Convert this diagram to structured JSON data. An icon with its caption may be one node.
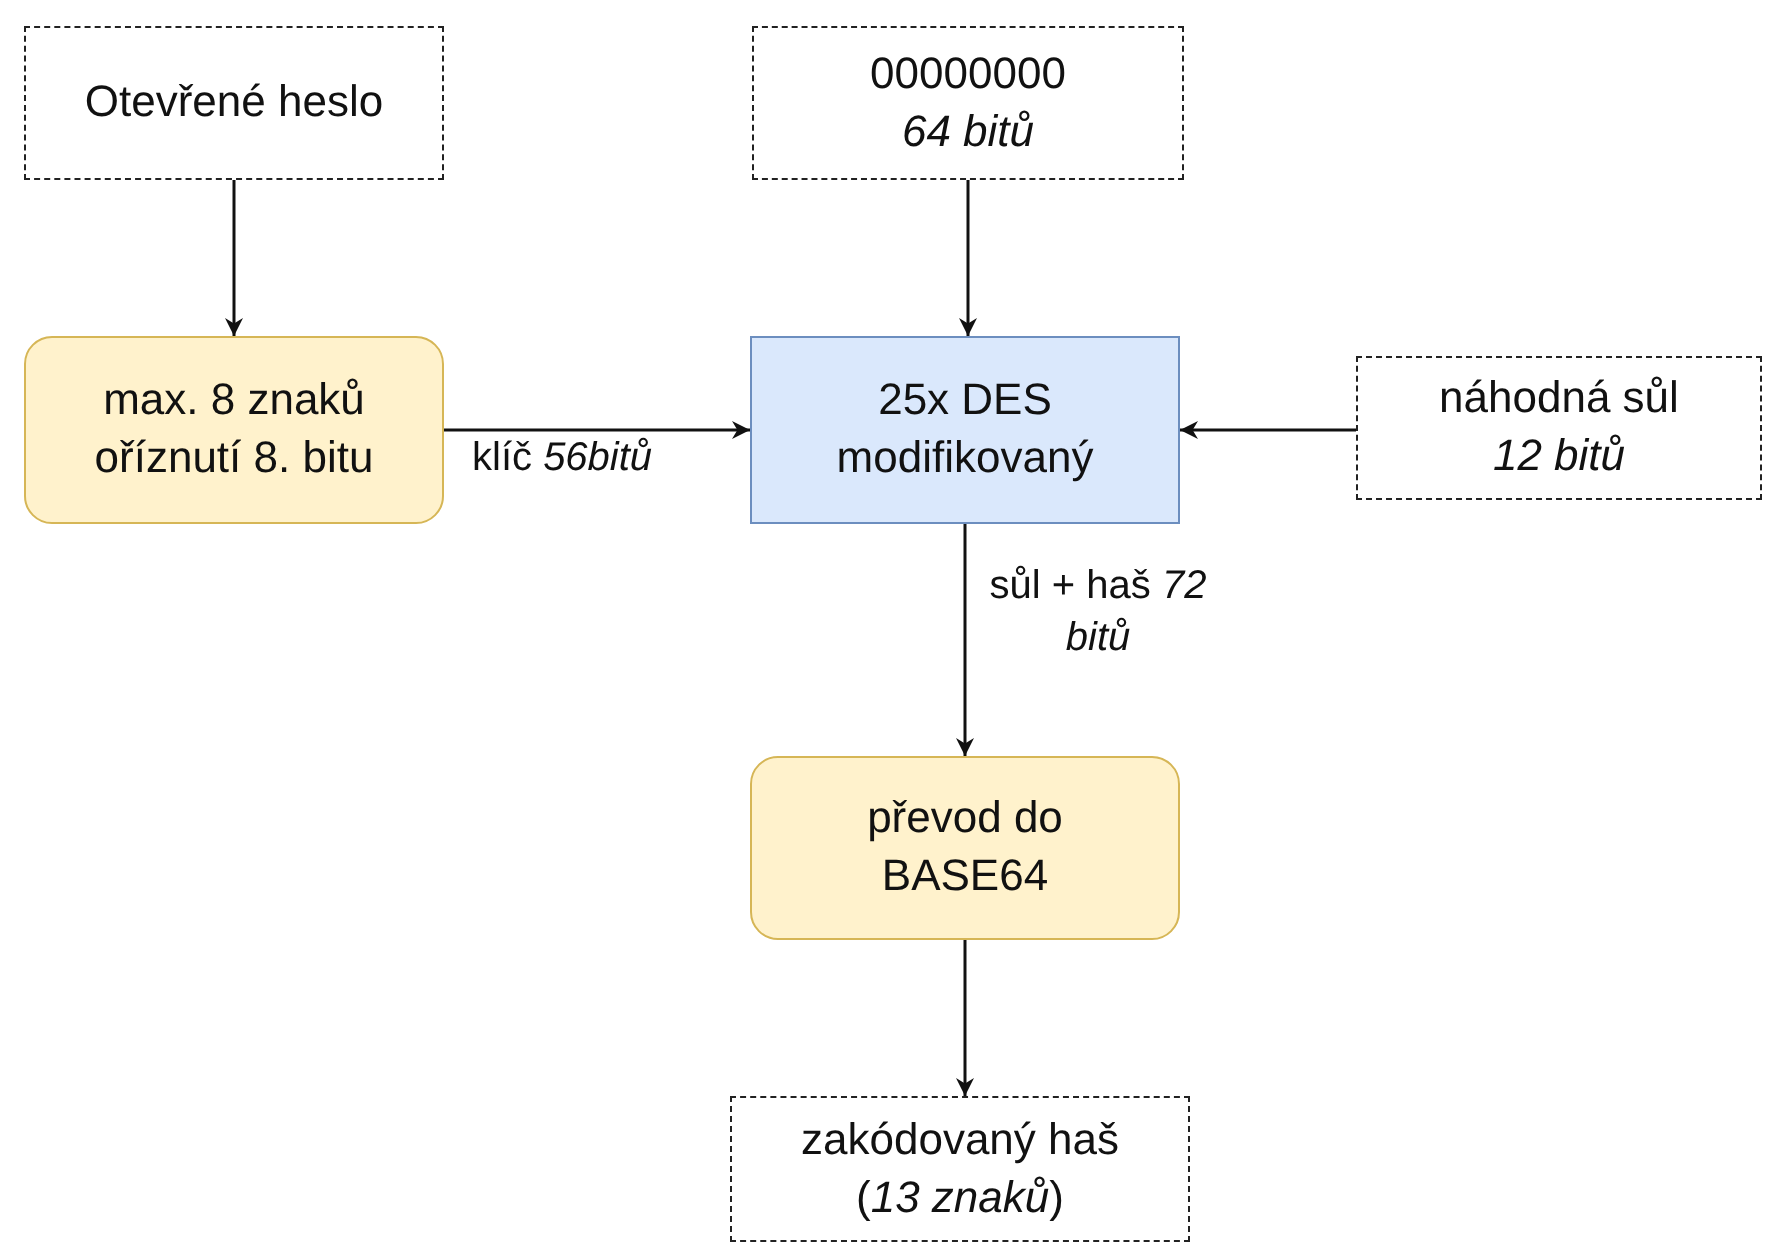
{
  "diagram": {
    "nodes": [
      {
        "text": [
          "Otevřené heslo"
        ]
      },
      {
        "text": [
          "00000000",
          "64 bitů"
        ]
      },
      {
        "text": [
          "max. 8 znaků oříznutí 8. bitu"
        ]
      },
      {
        "text": [
          "25x DES modifikovaný"
        ]
      },
      {
        "text": [
          "náhodná sůl",
          "12 bitů"
        ]
      },
      {
        "text": [
          "převod do BASE64"
        ]
      },
      {
        "text": [
          "zakódovaný haš",
          "(*13 znaků*)"
        ]
      }
    ],
    "edges": [
      {
        "from": 0,
        "to": 2,
        "arrow": "to"
      },
      {
        "from": 1,
        "to": 3,
        "arrow": "to"
      },
      {
        "from": 2,
        "to": 3,
        "arrow": "to",
        "label": "klíč *56bitů*"
      },
      {
        "from": 4,
        "to": 3,
        "arrow": "to"
      },
      {
        "from": 3,
        "to": 5,
        "arrow": "to",
        "label": "sůl + haš *72 bitů*"
      },
      {
        "from": 5,
        "to": 6,
        "arrow": "to"
      }
    ]
  }
}
